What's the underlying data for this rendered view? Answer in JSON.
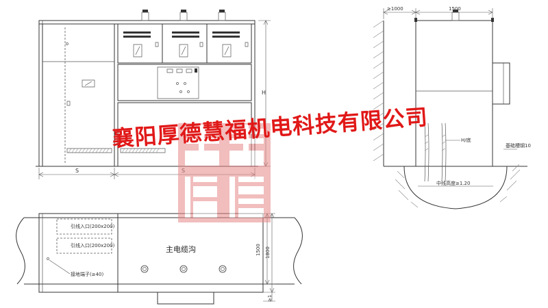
{
  "drawing": {
    "front_view": {
      "dim_h": "H",
      "dim_s1": "S",
      "dim_s2": "S"
    },
    "side_view": {
      "dim_top_left": "≥1000",
      "dim_top_right": "1500",
      "ground_label_1": "H/底",
      "ground_label_2": "基础槽钢10",
      "ground_label_3": "中线高度≥1.20"
    },
    "plan_view": {
      "box1_label": "引线入口(200x200)",
      "box2_label": "引线入口(200x200)",
      "corner_label": "接地端子(≥40)",
      "center_label": "主电缆沟",
      "dim_1500": "1500",
      "dim_1800": "1800",
      "dim_bottom": "≥1"
    }
  },
  "watermark": {
    "company_name": "襄阳厚德慧福机电科技有限公司",
    "logo_colors": {
      "primary": "#d94a4a",
      "secondary": "#e88888"
    }
  }
}
